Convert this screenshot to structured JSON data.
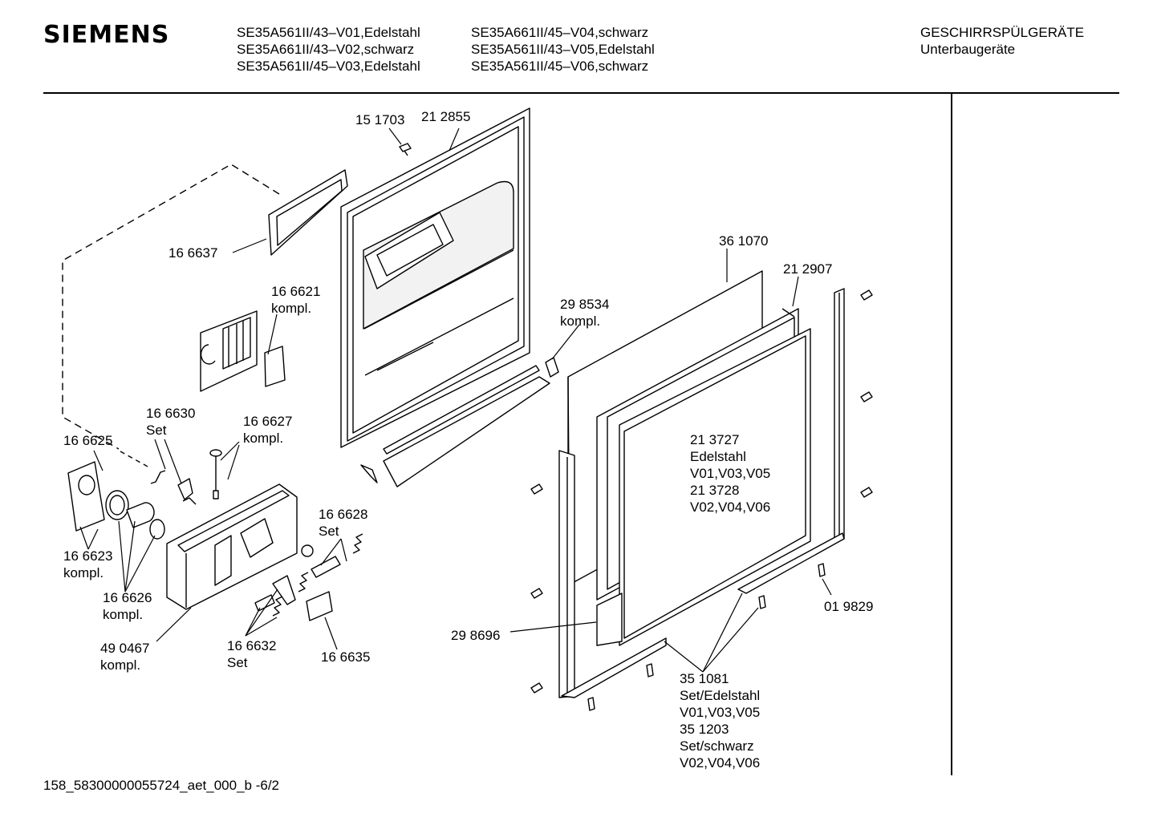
{
  "header": {
    "brand": "SIEMENS",
    "models_col1": [
      "SE35A561II/43–V01,Edelstahl",
      "SE35A661II/43–V02,schwarz",
      "SE35A561II/45–V03,Edelstahl"
    ],
    "models_col2": [
      "SE35A661II/45–V04,schwarz",
      "SE35A561II/43–V05,Edelstahl",
      "SE35A561II/45–V06,schwarz"
    ],
    "category_line1": "GESCHIRRSPÜLGERÄTE",
    "category_line2": "Unterbaugeräte"
  },
  "labels": {
    "p151703": "15 1703",
    "p212855": "21 2855",
    "p166637": "16 6637",
    "p166621": "16 6621",
    "p166621_sub": "kompl.",
    "p298534": "29 8534",
    "p298534_sub": "kompl.",
    "p361070": "36 1070",
    "p212907": "21 2907",
    "p166630": "16 6630",
    "p166630_sub": "Set",
    "p166627": "16 6627",
    "p166627_sub": "kompl.",
    "p166625": "16 6625",
    "p166628": "16 6628",
    "p166628_sub": "Set",
    "p166623": "16 6623",
    "p166623_sub": "kompl.",
    "p166626": "16 6626",
    "p166626_sub": "kompl.",
    "p490467": "49 0467",
    "p490467_sub": "kompl.",
    "p166632": "16 6632",
    "p166632_sub": "Set",
    "p166635": "16 6635",
    "p298696": "29 8696",
    "p213727": "21 3727",
    "p213727_l2": "Edelstahl",
    "p213727_l3": "V01,V03,V05",
    "p213728": "21 3728",
    "p213728_l2": "V02,V04,V06",
    "p019829": "01 9829",
    "p351081": "35 1081",
    "p351081_l2": "Set/Edelstahl",
    "p351081_l3": "V01,V03,V05",
    "p351203": "35 1203",
    "p351203_l2": "Set/schwarz",
    "p351203_l3": "V02,V04,V06"
  },
  "footer": {
    "doc_id": "158_58300000055724_aet_000_b  -6/2"
  }
}
